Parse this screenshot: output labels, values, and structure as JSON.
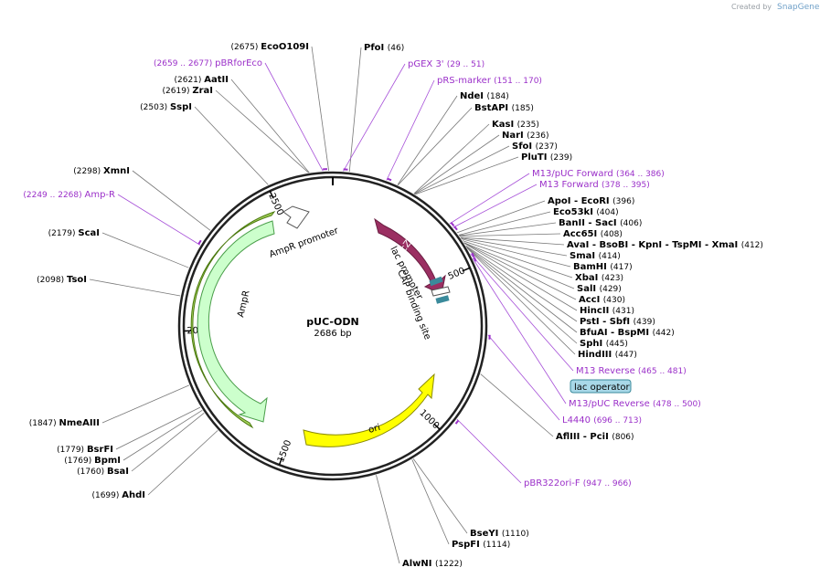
{
  "credit": {
    "prefix": "Created by",
    "brand": "SnapGene"
  },
  "plasmid": {
    "name": "pUC-ODN",
    "length_label": "2686 bp"
  },
  "ticks": [
    "500",
    "1000",
    "1500",
    "2000",
    "2500"
  ],
  "features": {
    "lacZa": "lacZα",
    "ampr": "AmpR",
    "ampr_promoter": "AmpR promoter",
    "lac_promoter": "lac promoter",
    "cap": "CAP binding site",
    "ori": "ori",
    "lac_operator": "lac operator"
  },
  "sites_right": [
    {
      "name": "PfoI",
      "pos": "(46)"
    },
    {
      "name": "pGEX 3'",
      "pos": "(29 .. 51)",
      "primer": true
    },
    {
      "name": "pRS-marker",
      "pos": "(151 .. 170)",
      "primer": true
    },
    {
      "name": "NdeI",
      "pos": "(184)"
    },
    {
      "name": "BstAPI",
      "pos": "(185)"
    },
    {
      "name": "KasI",
      "pos": "(235)"
    },
    {
      "name": "NarI",
      "pos": "(236)"
    },
    {
      "name": "SfoI",
      "pos": "(237)"
    },
    {
      "name": "PluTI",
      "pos": "(239)"
    },
    {
      "name": "M13/pUC Forward",
      "pos": "(364 .. 386)",
      "primer": true
    },
    {
      "name": "M13 Forward",
      "pos": "(378 .. 395)",
      "primer": true
    },
    {
      "name": "ApoI  - EcoRI",
      "pos": "(396)"
    },
    {
      "name": "Eco53kI",
      "pos": "(404)"
    },
    {
      "name": "BanII  - SacI",
      "pos": "(406)"
    },
    {
      "name": "Acc65I",
      "pos": "(408)"
    },
    {
      "name": "AvaI  - BsoBI  - KpnI  - TspMI  - XmaI",
      "pos": "(412)"
    },
    {
      "name": "SmaI",
      "pos": "(414)"
    },
    {
      "name": "BamHI",
      "pos": "(417)"
    },
    {
      "name": "XbaI",
      "pos": "(423)"
    },
    {
      "name": "SalI",
      "pos": "(429)"
    },
    {
      "name": "AccI",
      "pos": "(430)"
    },
    {
      "name": "HincII",
      "pos": "(431)"
    },
    {
      "name": "PstI  - SbfI",
      "pos": "(439)"
    },
    {
      "name": "BfuAI  - BspMI",
      "pos": "(442)"
    },
    {
      "name": "SphI",
      "pos": "(445)"
    },
    {
      "name": "HindIII",
      "pos": "(447)"
    },
    {
      "name": "M13 Reverse",
      "pos": "(465 .. 481)",
      "primer": true
    },
    {
      "name": "M13/pUC Reverse",
      "pos": "(478 .. 500)",
      "primer": true
    },
    {
      "name": "L4440",
      "pos": "(696 .. 713)",
      "primer": true
    },
    {
      "name": "AflIII  - PciI",
      "pos": "(806)"
    },
    {
      "name": "pBR322ori-F",
      "pos": "(947 .. 966)",
      "primer": true
    },
    {
      "name": "BseYI",
      "pos": "(1110)"
    },
    {
      "name": "PspFI",
      "pos": "(1114)"
    },
    {
      "name": "AlwNI",
      "pos": "(1222)"
    }
  ],
  "sites_left": [
    {
      "name": "EcoO109I",
      "pos": "(2675)"
    },
    {
      "name": "pBRforEco",
      "pos": "(2659 .. 2677)",
      "primer": true
    },
    {
      "name": "AatII",
      "pos": "(2621)"
    },
    {
      "name": "ZraI",
      "pos": "(2619)"
    },
    {
      "name": "SspI",
      "pos": "(2503)"
    },
    {
      "name": "XmnI",
      "pos": "(2298)"
    },
    {
      "name": "Amp-R",
      "pos": "(2249 .. 2268)",
      "primer": true
    },
    {
      "name": "ScaI",
      "pos": "(2179)"
    },
    {
      "name": "TsoI",
      "pos": "(2098)"
    },
    {
      "name": "NmeAIII",
      "pos": "(1847)"
    },
    {
      "name": "BsrFI",
      "pos": "(1779)"
    },
    {
      "name": "BpmI",
      "pos": "(1769)"
    },
    {
      "name": "BsaI",
      "pos": "(1760)"
    },
    {
      "name": "AhdI",
      "pos": "(1699)"
    }
  ]
}
